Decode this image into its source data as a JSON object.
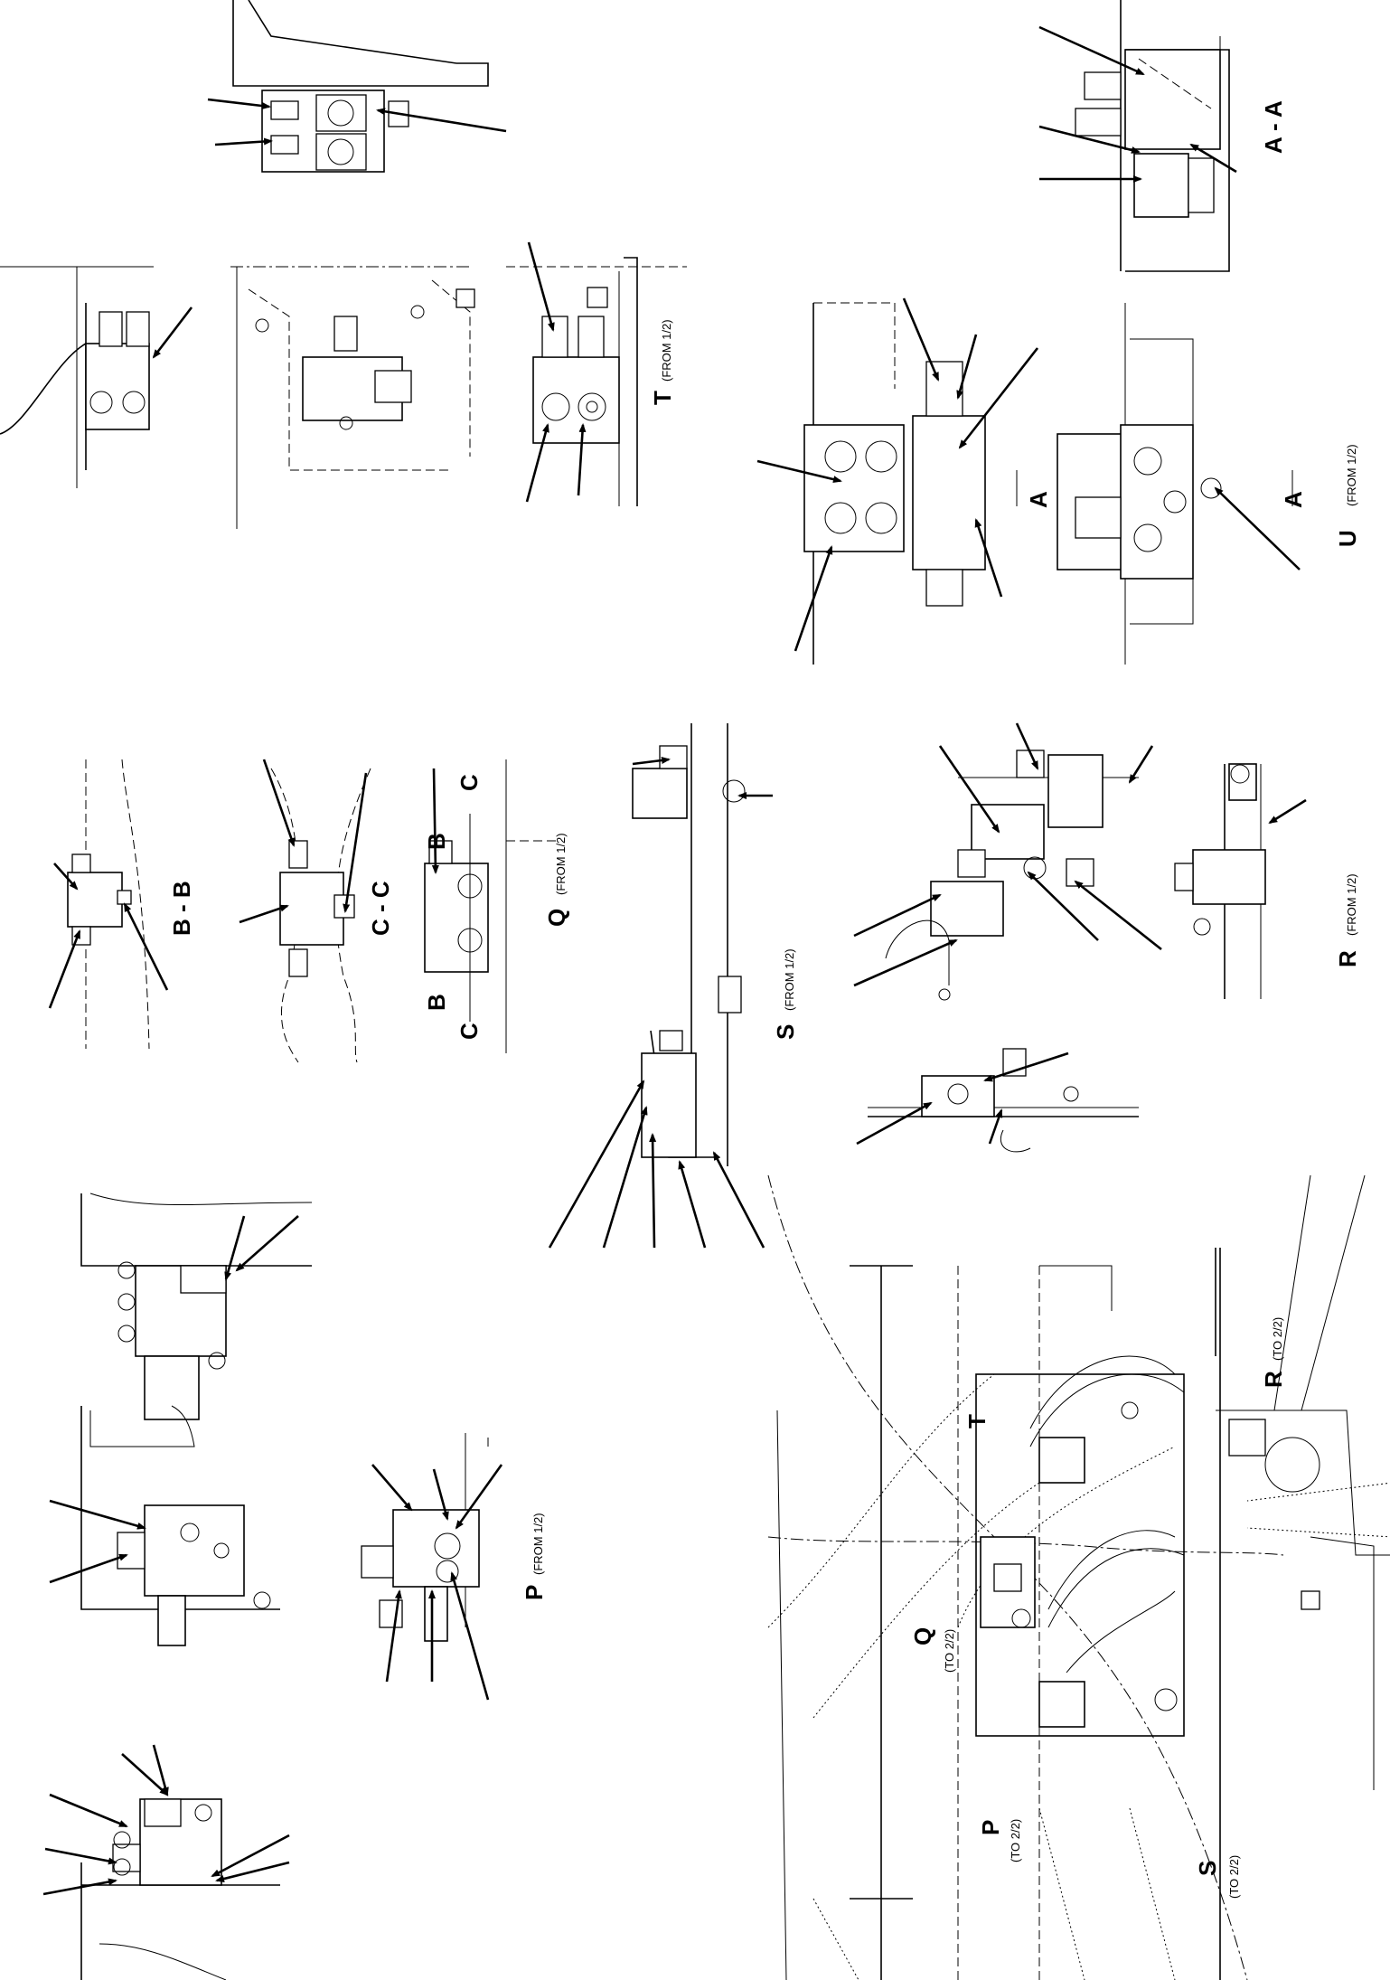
{
  "drawing": {
    "views": {
      "P": {
        "letter": "P",
        "note": "(FROM 1/2)"
      },
      "Q": {
        "letter": "Q",
        "note": "(FROM 1/2)"
      },
      "R": {
        "letter": "R",
        "note": "(FROM 1/2)"
      },
      "S": {
        "letter": "S",
        "note": "(FROM 1/2)"
      },
      "T": {
        "letter": "T",
        "note": "(FROM 1/2)"
      },
      "U": {
        "letter": "U",
        "note": "(FROM 1/2)"
      }
    },
    "sections": {
      "aa": "A - A",
      "bb": "B - B",
      "cc": "C - C"
    },
    "cut_marks": {
      "a": "A",
      "b": "B",
      "c": "C"
    },
    "main_view": {
      "to_note": "(TO 2/2)",
      "letters": {
        "p": "P",
        "q": "Q",
        "r": "R",
        "s": "S",
        "t": "T"
      }
    }
  }
}
